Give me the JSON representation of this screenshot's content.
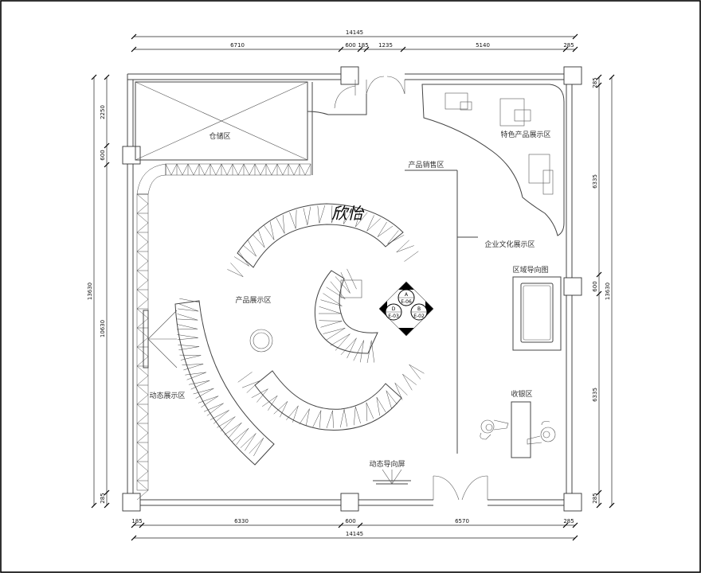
{
  "dimensions": {
    "top_total": "14145",
    "top_segments": [
      "6710",
      "600",
      "185",
      "1235",
      "5140",
      "285"
    ],
    "bottom_total": "14145",
    "bottom_segments": [
      "185",
      "6330",
      "600",
      "6570",
      "285"
    ],
    "left_total": "13630",
    "left_segments": [
      "2250",
      "600",
      "10630",
      "285"
    ],
    "right_total": "13630",
    "right_segments": [
      "285",
      "6335",
      "600",
      "6335",
      "285"
    ]
  },
  "zones": {
    "storage": "仓储区",
    "featured": "特色产品展示区",
    "sales": "产品销售区",
    "culture": "企业文化展示区",
    "product_display": "产品展示区",
    "area_map": "区域导向图",
    "dynamic_display": "动态展示区",
    "cashier": "收银区",
    "dynamic_screen": "动态导向屏"
  },
  "brand": "欣怡",
  "compass": {
    "a": "A",
    "a_code": "E-06",
    "b": "B",
    "b_code": "E-02",
    "d": "D",
    "d_code": "E-03"
  }
}
